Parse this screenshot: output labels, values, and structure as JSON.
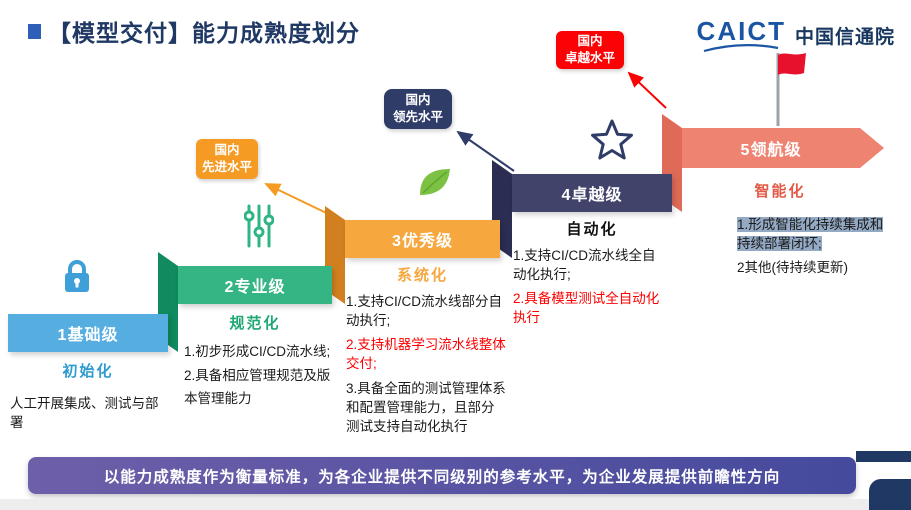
{
  "header": {
    "title": "【模型交付】能力成熟度划分",
    "logo_caict": "CAICT",
    "logo_cn": "中国信通院"
  },
  "badges": [
    {
      "name": "domestic-advanced",
      "text": "国内\n先进水平",
      "color": "#F59A23"
    },
    {
      "name": "domestic-leading",
      "text": "国内\n领先水平",
      "color": "#2F3C68"
    },
    {
      "name": "domestic-excellent",
      "text": "国内\n卓越水平",
      "color": "#FB0205"
    }
  ],
  "levels": [
    {
      "bar": "1基础级",
      "keyword": "初始化",
      "color": "#56ADE0",
      "icon": "lock-icon",
      "items": [
        {
          "text": "人工开展集成、测试与部署",
          "style": "normal"
        }
      ]
    },
    {
      "bar": "2专业级",
      "keyword": "规范化",
      "color": "#34B583",
      "icon": "sliders-icon",
      "items": [
        {
          "text": "1.初步形成CI/CD流水线;",
          "style": "normal"
        },
        {
          "text": "2.具备相应管理规范及版本管理能力",
          "style": "normal"
        }
      ]
    },
    {
      "bar": "3优秀级",
      "keyword": "系统化",
      "color": "#F6A73E",
      "icon": "leaf-icon",
      "items": [
        {
          "text": "1.支持CI/CD流水线部分自动执行;",
          "style": "normal"
        },
        {
          "text": "2.支持机器学习流水线整体交付;",
          "style": "red"
        },
        {
          "text": "3.具备全面的测试管理体系和配置管理能力，且部分测试支持自动化执行",
          "style": "normal"
        }
      ]
    },
    {
      "bar": "4卓越级",
      "keyword": "自动化",
      "color": "#41436B",
      "icon": "star-icon",
      "items": [
        {
          "text": "1.支持CI/CD流水线全自动化执行;",
          "style": "normal"
        },
        {
          "text": "2.具备模型测试全自动化执行",
          "style": "red"
        }
      ]
    },
    {
      "bar": "5领航级",
      "keyword": "智能化",
      "color": "#EE8372",
      "icon": "flag-icon",
      "items": [
        {
          "text": "1.形成智能化持续集成和持续部署闭环;",
          "style": "highlight"
        },
        {
          "text": "2其他(待持续更新)",
          "style": "normal"
        }
      ]
    }
  ],
  "footer": {
    "banner": "以能力成熟度作为衡量标准，为各企业提供不同级别的参考水平，为企业发展提供前瞻性方向"
  },
  "colors": {
    "title": "#1F3864",
    "emphasis_red": "#FF0000",
    "highlight_bg": "#93A9C4",
    "banner_gradient_start": "#6E5FA9",
    "banner_gradient_end": "#454A9D",
    "corner_navy": "#1F3864"
  }
}
